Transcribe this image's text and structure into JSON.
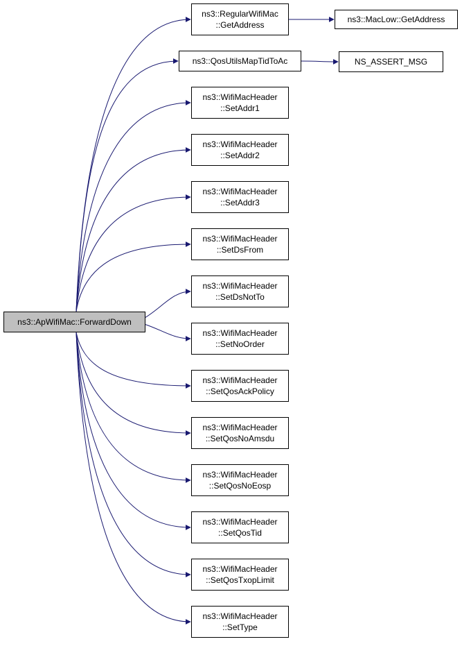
{
  "root": {
    "label": "ns3::ApWifiMac::ForwardDown"
  },
  "callees": [
    {
      "line1": "ns3::RegularWifiMac",
      "line2": "::GetAddress"
    },
    {
      "line1": "ns3::QosUtilsMapTidToAc",
      "line2": ""
    },
    {
      "line1": "ns3::WifiMacHeader",
      "line2": "::SetAddr1"
    },
    {
      "line1": "ns3::WifiMacHeader",
      "line2": "::SetAddr2"
    },
    {
      "line1": "ns3::WifiMacHeader",
      "line2": "::SetAddr3"
    },
    {
      "line1": "ns3::WifiMacHeader",
      "line2": "::SetDsFrom"
    },
    {
      "line1": "ns3::WifiMacHeader",
      "line2": "::SetDsNotTo"
    },
    {
      "line1": "ns3::WifiMacHeader",
      "line2": "::SetNoOrder"
    },
    {
      "line1": "ns3::WifiMacHeader",
      "line2": "::SetQosAckPolicy"
    },
    {
      "line1": "ns3::WifiMacHeader",
      "line2": "::SetQosNoAmsdu"
    },
    {
      "line1": "ns3::WifiMacHeader",
      "line2": "::SetQosNoEosp"
    },
    {
      "line1": "ns3::WifiMacHeader",
      "line2": "::SetQosTid"
    },
    {
      "line1": "ns3::WifiMacHeader",
      "line2": "::SetQosTxopLimit"
    },
    {
      "line1": "ns3::WifiMacHeader",
      "line2": "::SetType"
    }
  ],
  "second_level": [
    {
      "label": "ns3::MacLow::GetAddress",
      "from": 0
    },
    {
      "label": "NS_ASSERT_MSG",
      "from": 1
    }
  ],
  "colors": {
    "edge": "#191970",
    "root_fill": "#bfbfbf",
    "node_border": "#000000"
  }
}
